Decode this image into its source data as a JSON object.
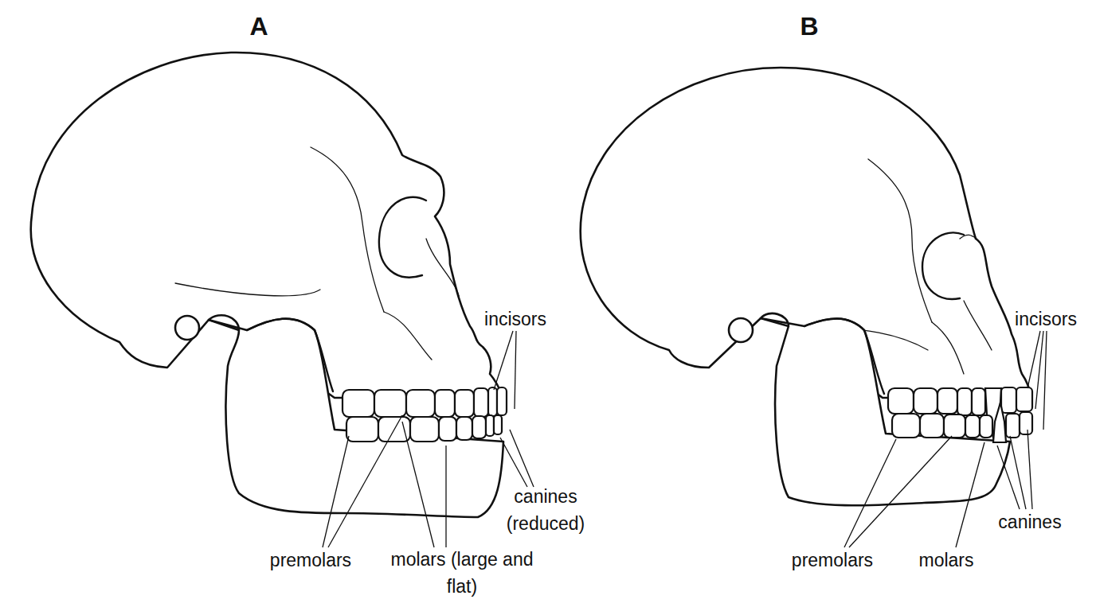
{
  "diagram": {
    "labels": [
      "A",
      "B",
      "incisors",
      "canines (reduced)",
      "premolars",
      "molars (large and flat)",
      "incisors",
      "canines",
      "premolars",
      "molars"
    ]
  }
}
